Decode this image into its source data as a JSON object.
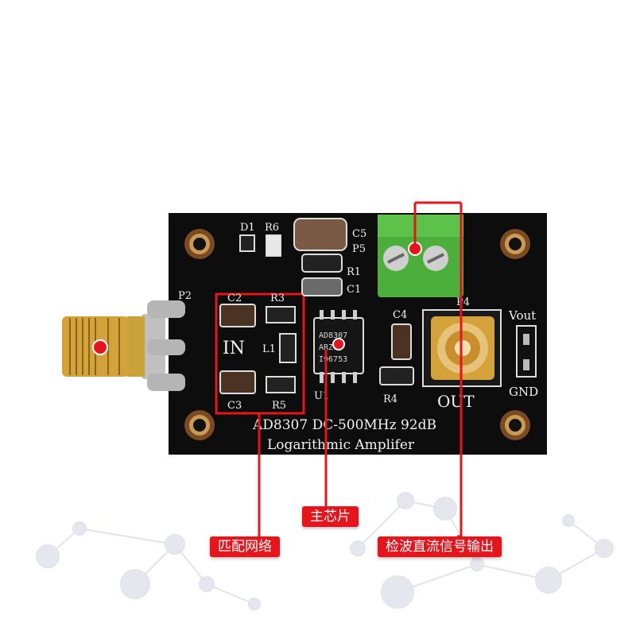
{
  "board": {
    "title_line1": "AD8307  DC-500MHz  92dB",
    "title_line2": "Logarithmic  Amplifer",
    "in_label": "IN",
    "out_label": "OUT",
    "vout_label": "Vout",
    "gnd_label": "GND",
    "chip_marking": [
      "AD8307",
      "ARZ07",
      "I96753"
    ],
    "silkscreen": {
      "d1": "D1",
      "r6": "R6",
      "c5": "C5",
      "p5": "P5",
      "r1": "R1",
      "c1": "C1",
      "p2": "P2",
      "c2": "C2",
      "r3": "R3",
      "l1": "L1",
      "c3": "C3",
      "r5": "R5",
      "u1": "U1",
      "c4": "C4",
      "r4": "R4",
      "p4": "P4"
    }
  },
  "callouts": {
    "main_chip": "主芯片",
    "matching_network": "匹配网络",
    "detector_output": "检波直流信号输出"
  },
  "colors": {
    "callout_red": "#e8141b",
    "pcb_black": "#0d0d0d",
    "terminal_green": "#4caf3c",
    "gold": "#d4a23a"
  }
}
